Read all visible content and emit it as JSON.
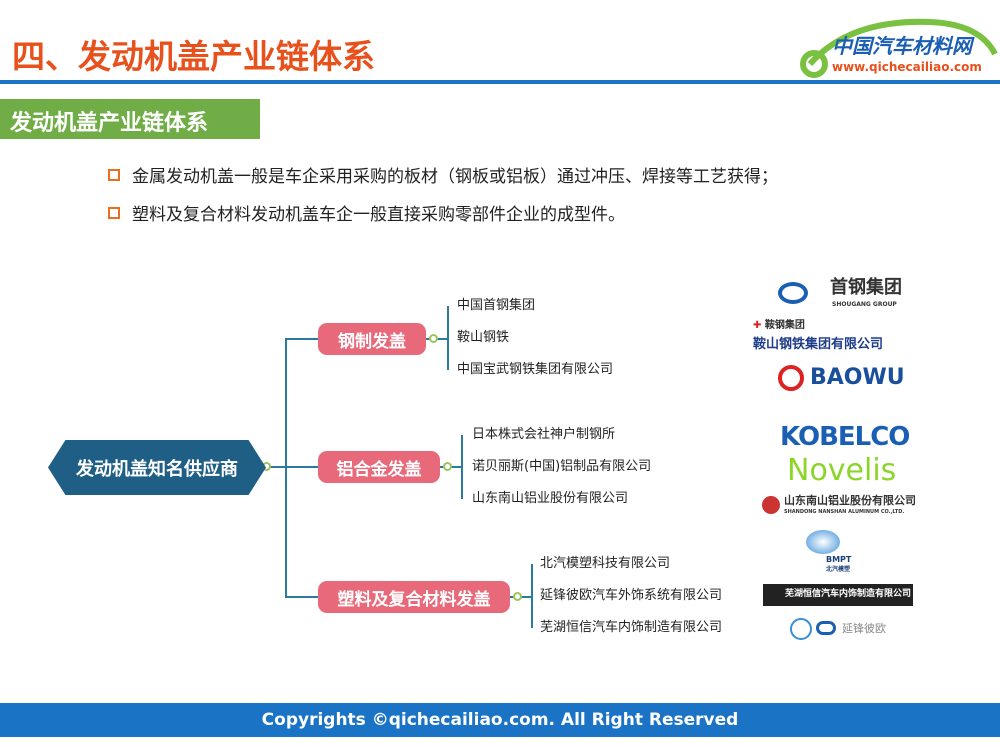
{
  "header": {
    "title": "四、发动机盖产业链体系",
    "logo_cn": "中国汽车材料网",
    "logo_url": "www.qichecailiao.com"
  },
  "section": {
    "title": "发动机盖产业链体系"
  },
  "bullets": [
    "金属发动机盖一般是车企采用采购的板材（钢板或铝板）通过冲压、焊接等工艺获得；",
    "塑料及复合材料发动机盖车企一般直接采购零部件企业的成型件。"
  ],
  "mindmap": {
    "root": "发动机盖知名供应商",
    "branches": [
      {
        "label": "钢制发盖",
        "leaves": [
          "中国首钢集团",
          "鞍山钢铁",
          "中国宝武钢铁集团有限公司"
        ]
      },
      {
        "label": "铝合金发盖",
        "leaves": [
          "日本株式会社神户制钢所",
          "诺贝丽斯(中国)铝制品有限公司",
          "山东南山铝业股份有限公司"
        ]
      },
      {
        "label": "塑料及复合材料发盖",
        "leaves": [
          "北汽模塑科技有限公司",
          "延锋彼欧汽车外饰系统有限公司",
          "芜湖恒信汽车内饰制造有限公司"
        ]
      }
    ]
  },
  "logos": {
    "shougang": "首钢集团",
    "shougang_en": "SHOUGANG GROUP",
    "angang_small": "鞍钢集团",
    "angang": "鞍山钢铁集团有限公司",
    "baowu": "BAOWU",
    "kobelco": "KOBELCO",
    "novelis": "Novelis",
    "nanshan": "山东南山铝业股份有限公司",
    "nanshan_en": "SHANDONG NANSHAN ALUMINUM CO.,LTD.",
    "bmpt": "BMPT",
    "bmpt_cn": "北汽模塑",
    "hengxin": "芜湖恒信汽车内饰制造有限公司",
    "yanfeng": "延锋彼欧"
  },
  "footer": {
    "text": "Copyrights ©qichecailiao.com. All Right Reserved"
  }
}
